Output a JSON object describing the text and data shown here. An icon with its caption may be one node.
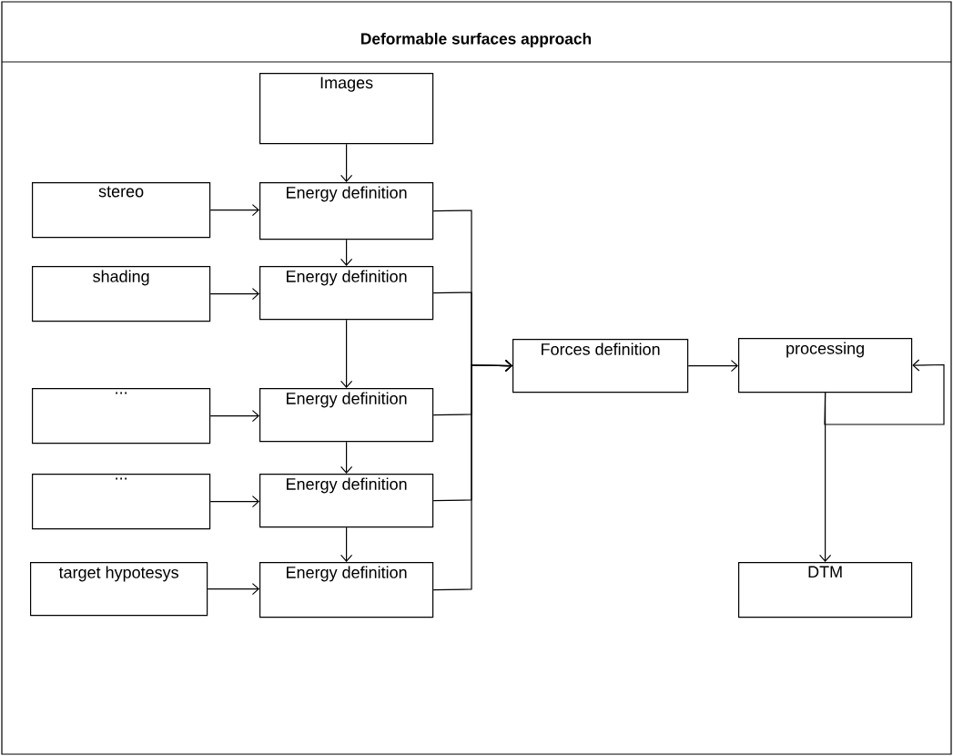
{
  "diagram": {
    "title": "Deformable surfaces approach",
    "nodes": [
      {
        "text": [
          "Images"
        ]
      },
      {
        "text": [
          "stereo"
        ]
      },
      {
        "text": [
          "Energy definition"
        ]
      },
      {
        "text": [
          "shading"
        ]
      },
      {
        "text": [
          "Energy definition"
        ]
      },
      {
        "text": [
          "..."
        ]
      },
      {
        "text": [
          "Energy definition"
        ]
      },
      {
        "text": [
          "..."
        ]
      },
      {
        "text": [
          "Energy definition"
        ]
      },
      {
        "text": [
          "target hypotesys"
        ]
      },
      {
        "text": [
          "Energy definition"
        ]
      },
      {
        "text": [
          "Forces definition"
        ]
      },
      {
        "text": [
          "processing"
        ]
      },
      {
        "text": [
          "DTM"
        ]
      }
    ],
    "edges": [
      {
        "from": 0,
        "to": 2,
        "arrow": "to"
      },
      {
        "from": 1,
        "to": 2,
        "arrow": "to"
      },
      {
        "from": 2,
        "to": 4,
        "arrow": "to"
      },
      {
        "from": 3,
        "to": 4,
        "arrow": "to"
      },
      {
        "from": 4,
        "to": 6,
        "arrow": "to"
      },
      {
        "from": 5,
        "to": 6,
        "arrow": "to"
      },
      {
        "from": 6,
        "to": 8,
        "arrow": "to"
      },
      {
        "from": 7,
        "to": 8,
        "arrow": "to"
      },
      {
        "from": 8,
        "to": 10,
        "arrow": "to"
      },
      {
        "from": 9,
        "to": 10,
        "arrow": "to"
      },
      {
        "from": 2,
        "to": 11,
        "arrow": "to"
      },
      {
        "from": 4,
        "to": 11,
        "arrow": "to"
      },
      {
        "from": 6,
        "to": 11,
        "arrow": "to"
      },
      {
        "from": 8,
        "to": 11,
        "arrow": "to"
      },
      {
        "from": 10,
        "to": 11,
        "arrow": "to"
      },
      {
        "from": 11,
        "to": 12,
        "arrow": "to"
      },
      {
        "from": 12,
        "to": 12,
        "arrow": "to"
      },
      {
        "from": 12,
        "to": 13,
        "arrow": "to"
      }
    ]
  }
}
